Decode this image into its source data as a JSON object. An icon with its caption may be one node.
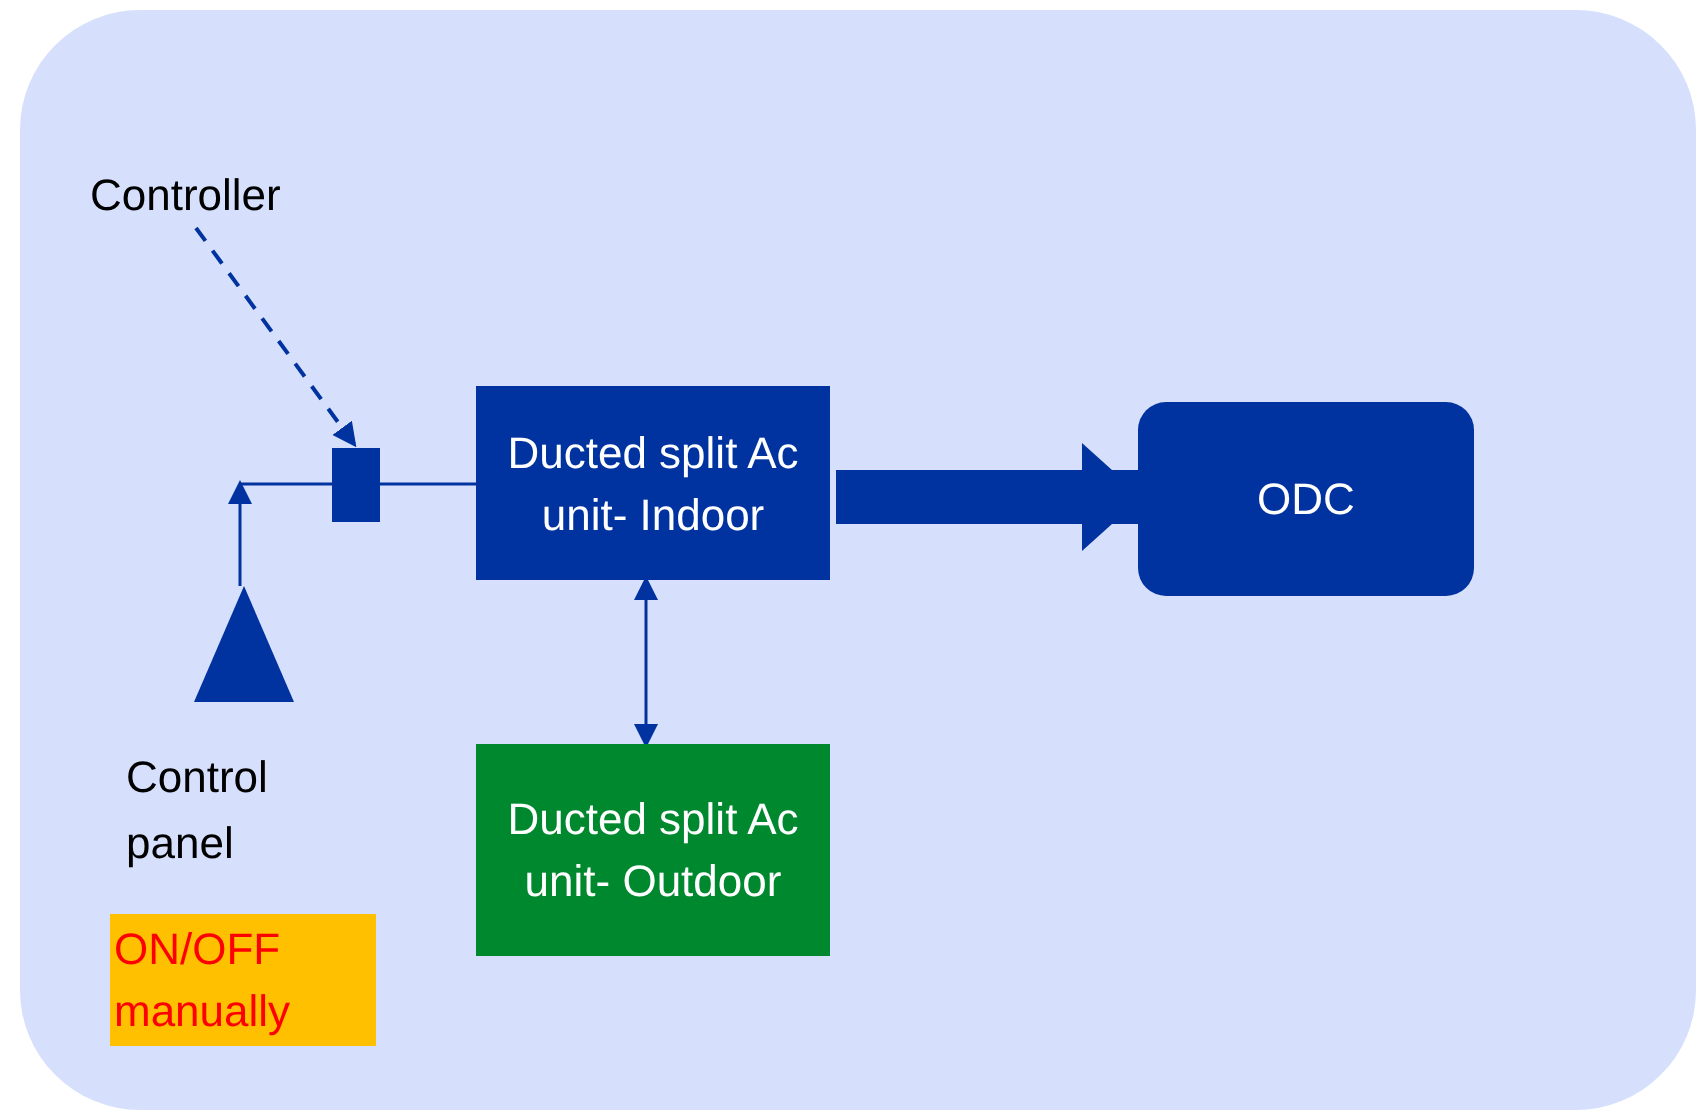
{
  "diagram": {
    "nodes": [
      {
        "text": [
          "Controller"
        ]
      },
      {
        "text": [],
        "shape": "box"
      },
      {
        "text": [
          "Ducted split Ac unit- Indoor"
        ]
      },
      {
        "text": [
          "ODC"
        ]
      },
      {
        "text": [
          "Ducted split Ac unit- Outdoor"
        ]
      },
      {
        "text": [],
        "shape": "triangle",
        "beside": [
          "Control panel"
        ]
      },
      {
        "text": [
          "ON/OFF manually"
        ]
      }
    ],
    "edges": [
      {
        "from": 0,
        "to": 1,
        "arrow": "to",
        "style": "dashed"
      },
      {
        "from": 5,
        "to": null,
        "arrow": "to"
      },
      {
        "from": null,
        "to": 1,
        "arrow": "none"
      },
      {
        "from": 1,
        "to": 2,
        "arrow": "none"
      },
      {
        "from": 2,
        "to": 3,
        "arrow": "to",
        "style": "thick"
      },
      {
        "from": 2,
        "to": 4,
        "arrow": "both"
      }
    ]
  }
}
